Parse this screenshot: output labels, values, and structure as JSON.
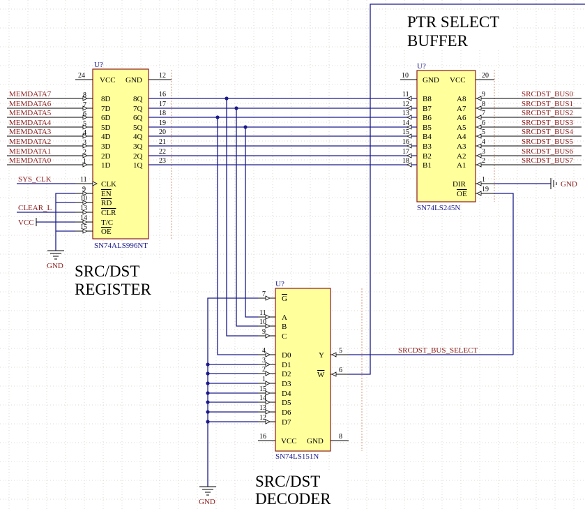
{
  "notes": {
    "ptr_select_buffer": [
      "PTR SELECT",
      "BUFFER"
    ],
    "src_dst_register": [
      "SRC/DST",
      "REGISTER"
    ],
    "src_dst_decoder": [
      "SRC/DST",
      "DECODER"
    ]
  },
  "register": {
    "designator": "U?",
    "part_number": "SN74ALS996NT",
    "power_pins": {
      "vcc_label": "VCC",
      "vcc_num": "24",
      "gnd_label": "GND",
      "gnd_num": "12"
    },
    "d_inputs": [
      {
        "net": "MEMDATA7",
        "num": "8",
        "label": "8D"
      },
      {
        "net": "MEMDATA6",
        "num": "7",
        "label": "7D"
      },
      {
        "net": "MEMDATA5",
        "num": "6",
        "label": "6D"
      },
      {
        "net": "MEMDATA4",
        "num": "5",
        "label": "5D"
      },
      {
        "net": "MEMDATA3",
        "num": "4",
        "label": "4D"
      },
      {
        "net": "MEMDATA2",
        "num": "3",
        "label": "3D"
      },
      {
        "net": "MEMDATA1",
        "num": "2",
        "label": "2D"
      },
      {
        "net": "MEMDATA0",
        "num": "1",
        "label": "1D"
      }
    ],
    "q_outputs": [
      {
        "label": "8Q",
        "num": "16"
      },
      {
        "label": "7Q",
        "num": "17"
      },
      {
        "label": "6Q",
        "num": "18"
      },
      {
        "label": "5Q",
        "num": "19"
      },
      {
        "label": "4Q",
        "num": "20"
      },
      {
        "label": "3Q",
        "num": "21"
      },
      {
        "label": "2Q",
        "num": "22"
      },
      {
        "label": "1Q",
        "num": "23"
      }
    ],
    "control_pins": [
      {
        "num": "11",
        "label": "CLK",
        "net": "SYS_CLK"
      },
      {
        "num": "9",
        "label": "EN",
        "net": ""
      },
      {
        "num": "10",
        "label": "RD",
        "net": ""
      },
      {
        "num": "13",
        "label": "CLR",
        "net": "CLEAR_L"
      },
      {
        "num": "14",
        "label": "T/C",
        "net": "VCC"
      },
      {
        "num": "15",
        "label": "OE",
        "net": ""
      }
    ],
    "gnd_symbol_label": "GND"
  },
  "buffer": {
    "designator": "U?",
    "part_number": "SN74LS245N",
    "power_pins": {
      "gnd_label": "GND",
      "gnd_num": "10",
      "vcc_label": "VCC",
      "vcc_num": "20"
    },
    "b_pins": [
      {
        "label": "B8",
        "num": "11"
      },
      {
        "label": "B7",
        "num": "12"
      },
      {
        "label": "B6",
        "num": "13"
      },
      {
        "label": "B5",
        "num": "14"
      },
      {
        "label": "B4",
        "num": "15"
      },
      {
        "label": "B3",
        "num": "16"
      },
      {
        "label": "B2",
        "num": "17"
      },
      {
        "label": "B1",
        "num": "18"
      }
    ],
    "a_pins": [
      {
        "label": "A8",
        "num": "9",
        "net": "SRCDST_BUS0"
      },
      {
        "label": "A7",
        "num": "8",
        "net": "SRCDST_BUS1"
      },
      {
        "label": "A6",
        "num": "7",
        "net": "SRCDST_BUS2"
      },
      {
        "label": "A5",
        "num": "6",
        "net": "SRCDST_BUS3"
      },
      {
        "label": "A4",
        "num": "5",
        "net": "SRCDST_BUS4"
      },
      {
        "label": "A3",
        "num": "4",
        "net": "SRCDST_BUS5"
      },
      {
        "label": "A2",
        "num": "3",
        "net": "SRCDST_BUS6"
      },
      {
        "label": "A1",
        "num": "2",
        "net": "SRCDST_BUS7"
      }
    ],
    "dir_pin": {
      "label": "DIR",
      "num": "1",
      "net": "GND"
    },
    "oe_pin": {
      "label": "OE",
      "num": "19"
    }
  },
  "decoder": {
    "designator": "U?",
    "part_number": "SN74LS151N",
    "g_pin": {
      "label": "G",
      "num": "7"
    },
    "select_pins": [
      {
        "label": "A",
        "num": "11"
      },
      {
        "label": "B",
        "num": "10"
      },
      {
        "label": "C",
        "num": "9"
      }
    ],
    "data_pins": [
      {
        "label": "D0",
        "num": "4"
      },
      {
        "label": "D1",
        "num": "3"
      },
      {
        "label": "D2",
        "num": "2"
      },
      {
        "label": "D3",
        "num": "1"
      },
      {
        "label": "D4",
        "num": "15"
      },
      {
        "label": "D5",
        "num": "14"
      },
      {
        "label": "D6",
        "num": "13"
      },
      {
        "label": "D7",
        "num": "12"
      }
    ],
    "y_pin": {
      "label": "Y",
      "num": "5",
      "net": "SRCDST_BUS_SELECT"
    },
    "w_pin": {
      "label": "W",
      "num": "6"
    },
    "power_pins": {
      "vcc_label": "VCC",
      "vcc_num": "16",
      "gnd_label": "GND",
      "gnd_num": "8"
    },
    "gnd_symbol_label": "GND"
  }
}
